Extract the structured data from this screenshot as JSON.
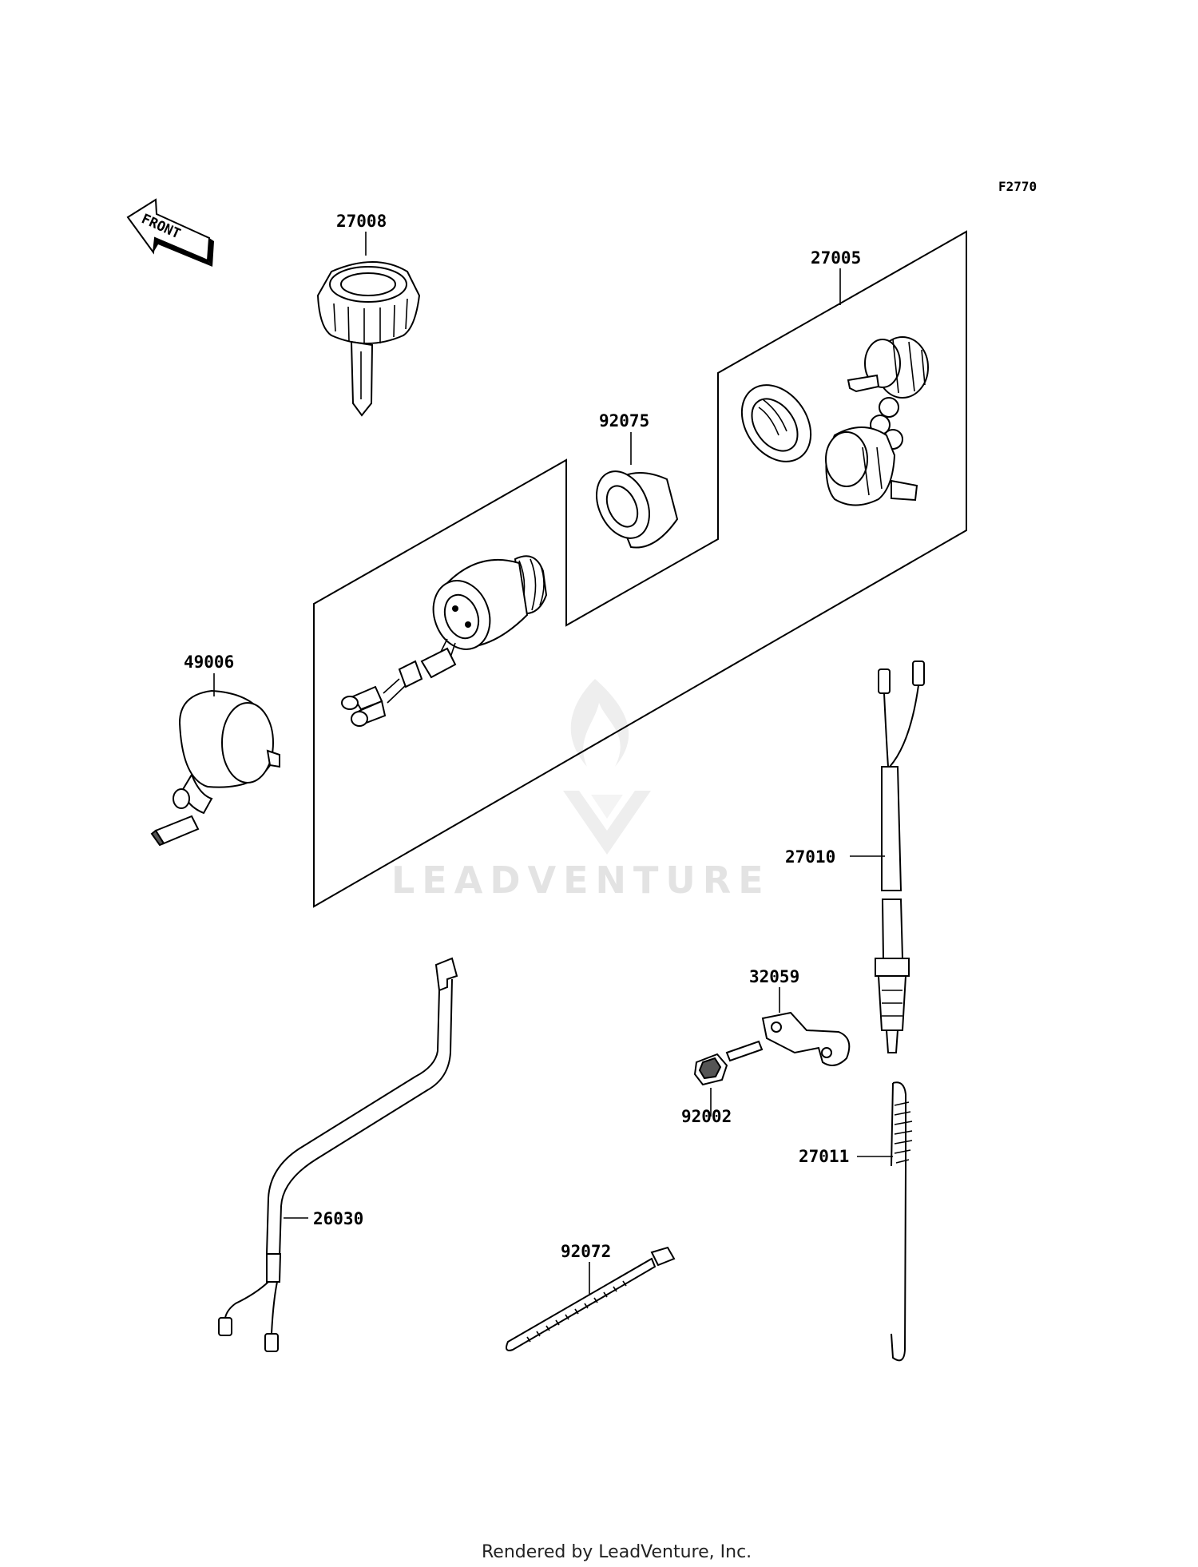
{
  "figure_id": "F2770",
  "front_indicator": "FRONT",
  "parts": {
    "p27008": "27008",
    "p27005": "27005",
    "p92075": "92075",
    "p49006": "49006",
    "p27010": "27010",
    "p32059": "32059",
    "p92002": "92002",
    "p27011": "27011",
    "p26030": "26030",
    "p92072": "92072"
  },
  "watermark": "LEADVENTURE",
  "footer": "Rendered by LeadVenture, Inc."
}
